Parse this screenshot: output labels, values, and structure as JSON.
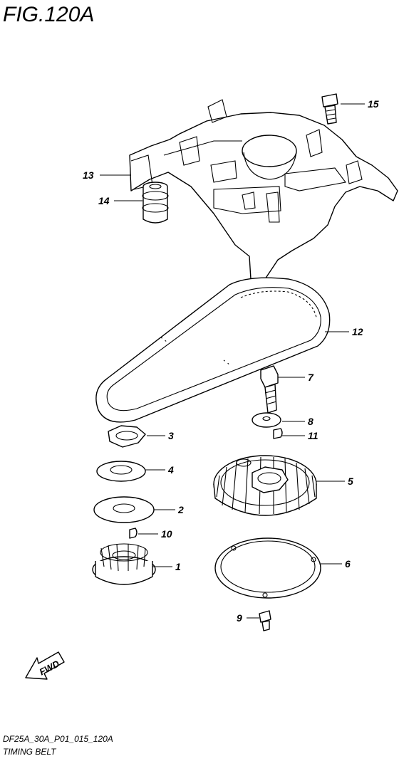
{
  "figure": {
    "title": "FIG.120A",
    "code": "DF25A_30A_P01_015_120A",
    "subtitle": "TIMING BELT",
    "direction_label": "FWD"
  },
  "callouts": {
    "c1": "1",
    "c2": "2",
    "c3": "3",
    "c4": "4",
    "c5": "5",
    "c6": "6",
    "c7": "7",
    "c8": "8",
    "c9": "9",
    "c10": "10",
    "c11": "11",
    "c12": "12",
    "c13": "13",
    "c14": "14",
    "c15": "15"
  }
}
